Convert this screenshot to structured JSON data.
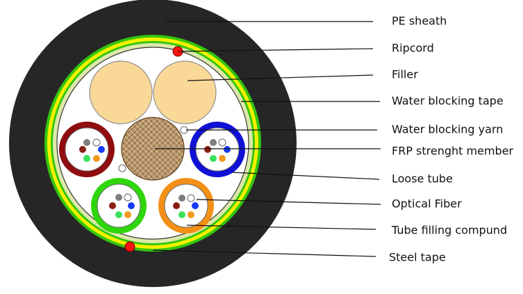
{
  "diagram": {
    "labels": [
      "PE sheath",
      "Ripcord",
      "Filler",
      "Water blocking tape",
      "Water blocking yarn",
      "FRP strenght member",
      "Loose tube",
      "Optical Fiber",
      "Tube filling compund",
      "Steel tape"
    ],
    "colors": {
      "sheath": "#262626",
      "outer_green": "#34C70C",
      "yellow": "#F6F000",
      "steel_tape": "#DDE9A9",
      "inner_white": "#FFFFFF",
      "ripcord": "#FF1212",
      "filler": "#FAD898",
      "frp": "#B8966C",
      "tube_red": "#8F0D0F",
      "tube_blue": "#1010D6",
      "tube_green": "#2ED60B",
      "tube_orange": "#F49017",
      "fiber_gray": "#7F7F7F",
      "fiber_white": "#FFFFFF",
      "fiber_brown": "#8A1E10",
      "fiber_blue": "#143CFF",
      "fiber_green": "#3BE05D",
      "fiber_orange": "#F29A20"
    }
  }
}
